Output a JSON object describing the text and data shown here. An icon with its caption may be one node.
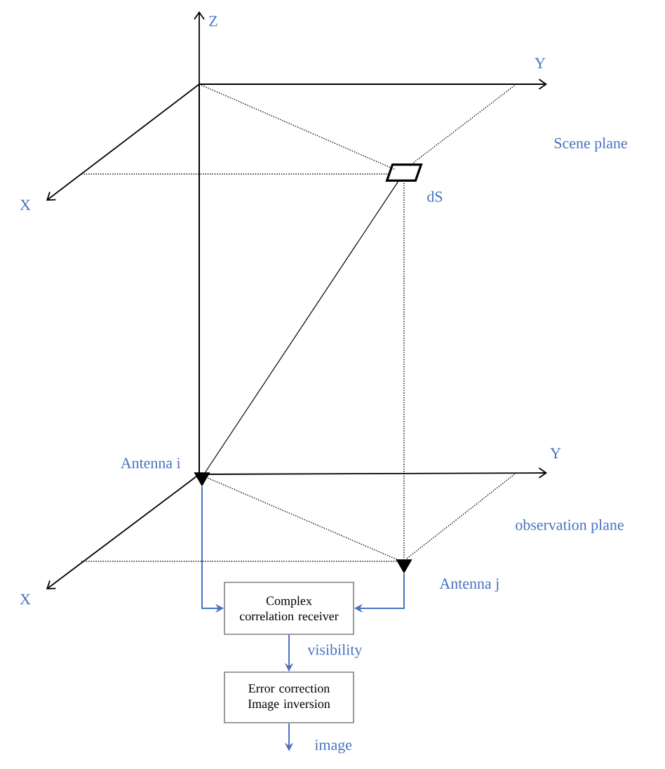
{
  "diagram": {
    "nodes": [
      {
        "text": [],
        "shape": "triangle",
        "beside": [
          "Antenna i"
        ]
      },
      {
        "text": [],
        "shape": "triangle",
        "beside": [
          "Antenna j"
        ]
      },
      {
        "text": [
          "Complex correlation receiver"
        ]
      },
      {
        "text": [
          "Error correction Image inversion"
        ]
      },
      {
        "text": [],
        "shape": "parallelogram",
        "beside": [
          "dS"
        ]
      }
    ],
    "edges": [
      {
        "from": 0,
        "to": 2,
        "arrow": "to",
        "color": "#4a72c0"
      },
      {
        "from": 1,
        "to": 2,
        "arrow": "to",
        "color": "#4a72c0"
      },
      {
        "from": 2,
        "to": 3,
        "arrow": "to",
        "label": "visibility",
        "color": "#4a72c0"
      },
      {
        "from": 3,
        "to": null,
        "arrow": "to",
        "label": "image",
        "color": "#4a72c0"
      },
      {
        "from": 4,
        "to": 0,
        "arrow": "none",
        "color": "#000000"
      },
      {
        "from": 4,
        "to": 1,
        "arrow": "none",
        "style": "dashed",
        "color": "#000000"
      }
    ],
    "labels": [
      "Z",
      "Y",
      "Scene plane",
      "X",
      "Y",
      "observation plane",
      "X"
    ]
  }
}
